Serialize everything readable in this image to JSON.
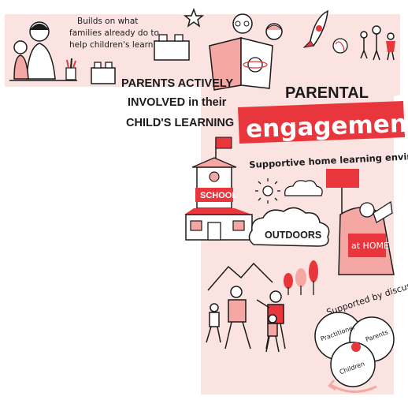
{
  "header": {
    "builds_note": [
      "Builds on what",
      "families already do to",
      "help children's learning"
    ],
    "parents_involved": [
      "PARENTS ACTIVELY",
      "INVOLVED in their",
      "CHILD'S LEARNING"
    ]
  },
  "title": {
    "parental": "PARENTAL",
    "engagement": "engagement",
    "subtitle": "Supportive home learning environment"
  },
  "places": {
    "school": "SCHOOL",
    "outdoors": "OUTDOORS",
    "home": "at HOME"
  },
  "discussion": {
    "heading": "Supported by discussion",
    "practitioner": "Practitioner",
    "parents": "Parents",
    "children": "Children"
  },
  "colors": {
    "accent": "#e8363c",
    "pink_bg": "#fbe3e1",
    "light_red": "#f4a7a3",
    "ink": "#1b1b1b"
  },
  "icons": [
    "star-icon",
    "rocket-icon",
    "planet-icon",
    "sun-icon",
    "cloud-icon",
    "flag-icon",
    "lego-brick-icon",
    "pencil-cup-icon",
    "tree-icon",
    "mountain-icon",
    "cycle-arrow-icon"
  ]
}
